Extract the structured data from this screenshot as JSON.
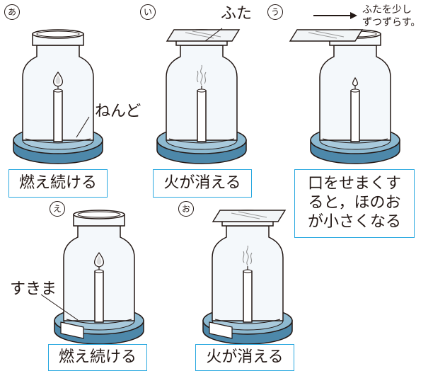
{
  "markers": [
    "あ",
    "い",
    "う",
    "え",
    "お"
  ],
  "labels": {
    "futa": "ふた",
    "nendo": "ねんど",
    "sukima": "すきま",
    "slide_note_1": "ふたを少し",
    "slide_note_2": "ずつずらす。"
  },
  "results": {
    "a": "燃え続ける",
    "i": "火が消える",
    "u_line1": "口をせまくす",
    "u_line2": "ると，ほのお",
    "u_line3": "が小さくなる",
    "e": "燃え続ける",
    "o": "火が消える"
  },
  "colors": {
    "clay_top": "#8db9d0",
    "clay_side": "#4d88aa",
    "box_border": "#29a8e0",
    "jar_fill": "#f4f8fb",
    "line": "#231815"
  }
}
